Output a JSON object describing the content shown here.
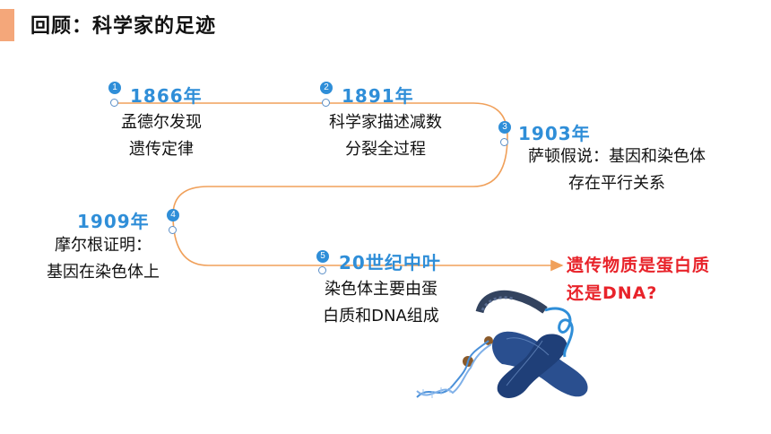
{
  "page": {
    "title": "回顾：科学家的足迹"
  },
  "timeline": [
    {
      "num": "1",
      "year": "1866年",
      "desc_line1": "孟德尔发现",
      "desc_line2": "遗传定律"
    },
    {
      "num": "2",
      "year": "1891年",
      "desc_line1": "科学家描述减数",
      "desc_line2": "分裂全过程"
    },
    {
      "num": "3",
      "year": "1903年",
      "desc_line1": "萨顿假说：基因和染色体",
      "desc_line2": "存在平行关系"
    },
    {
      "num": "4",
      "year": "1909年",
      "desc_line1": "摩尔根证明：",
      "desc_line2": "基因在染色体上"
    },
    {
      "num": "5",
      "year": "20世纪中叶",
      "desc_line1": "染色体主要由蛋",
      "desc_line2": "白质和DNA组成"
    }
  ],
  "question": {
    "line1": "遗传物质是蛋白质",
    "line2": "还是DNA?"
  },
  "colors": {
    "accent": "#f4a77a",
    "timeline_line": "#f0a05a",
    "year_blue": "#2f8ed8",
    "question_red": "#e8232a",
    "chromosome": "#2a4f8f"
  }
}
